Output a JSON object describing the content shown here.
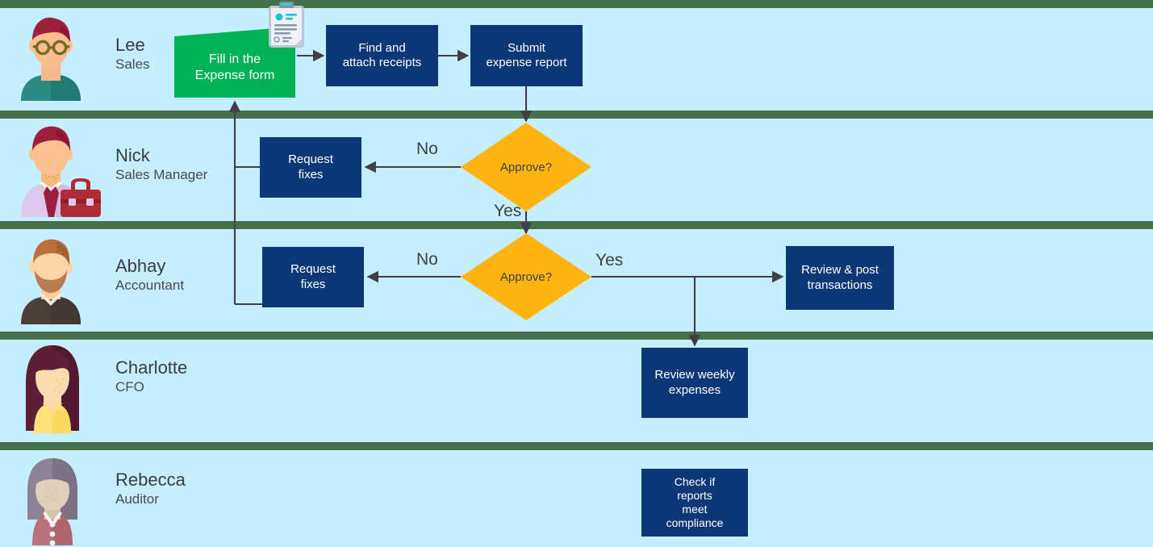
{
  "diagram": {
    "title": "Expense report approval swimlane flow",
    "colors": {
      "lane_fill": "#c5efff",
      "lane_divider": "#44704a",
      "process_box": "#0d3878",
      "start_shape": "#00b156",
      "decision_shape": "#ffb412",
      "connector": "#3f3f46",
      "text_light": "#ffffff",
      "text_dark": "#3f3f46"
    },
    "lanes": [
      {
        "id": "lane-lee",
        "name": "Lee",
        "role": "Sales",
        "avatar_icon": "avatar-lee-icon"
      },
      {
        "id": "lane-nick",
        "name": "Nick",
        "role": "Sales Manager",
        "avatar_icon": "avatar-nick-icon"
      },
      {
        "id": "lane-abhay",
        "name": "Abhay",
        "role": "Accountant",
        "avatar_icon": "avatar-abhay-icon"
      },
      {
        "id": "lane-charlotte",
        "name": "Charlotte",
        "role": "CFO",
        "avatar_icon": "avatar-charlotte-icon"
      },
      {
        "id": "lane-rebecca",
        "name": "Rebecca",
        "role": "Auditor",
        "avatar_icon": "avatar-rebecca-icon"
      }
    ],
    "nodes": {
      "fill_expense_form": "Fill in the\nExpense form",
      "fill_expense_form_line1": "Fill in the",
      "fill_expense_form_line2": "Expense form",
      "find_attach_receipts_line1": "Find and",
      "find_attach_receipts_line2": "attach receipts",
      "submit_expense_report_line1": "Submit",
      "submit_expense_report_line2": "expense report",
      "manager_decision": "Approve?",
      "manager_request_fixes_line1": "Request",
      "manager_request_fixes_line2": "fixes",
      "accountant_decision": "Approve?",
      "accountant_request_fixes_line1": "Request",
      "accountant_request_fixes_line2": "fixes",
      "review_post_transactions_line1": "Review & post",
      "review_post_transactions_line2": "transactions",
      "review_weekly_expenses_line1": "Review weekly",
      "review_weekly_expenses_line2": "expenses",
      "check_compliance_line1": "Check if",
      "check_compliance_line2": "reports",
      "check_compliance_line3": "meet",
      "check_compliance_line4": "compliance"
    },
    "edge_labels": {
      "manager_no": "No",
      "manager_yes": "Yes",
      "accountant_no": "No",
      "accountant_yes": "Yes"
    },
    "icons": {
      "expense_form_doc": "clipboard-document-icon"
    }
  }
}
